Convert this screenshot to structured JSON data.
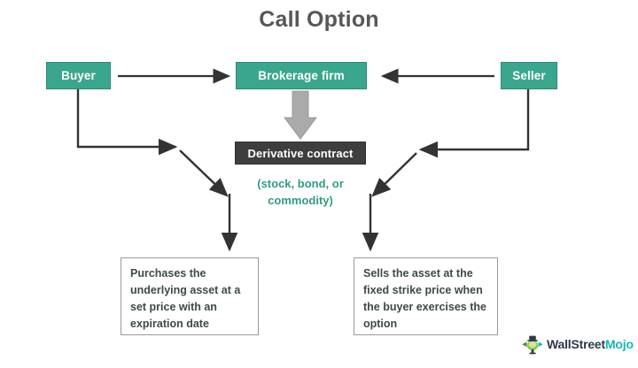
{
  "title": "Call Option",
  "colors": {
    "green": "#3aa68d",
    "dark": "#3e3e3e",
    "green_text": "#2f9c84",
    "title_gray": "#575757",
    "arrow": "#333333",
    "block_arrow_gray": "#a8a8a8",
    "box_border": "#9a9a9a",
    "body_text": "#3d4a4a"
  },
  "nodes": {
    "buyer": "Buyer",
    "brokerage": "Brokerage firm",
    "seller": "Seller",
    "derivative": "Derivative contract"
  },
  "notes": {
    "underlying_line1": "(stock, bond, or",
    "underlying_line2": "commodity)"
  },
  "outcomes": {
    "buyer": "Purchases the underlying asset at a set price with an expiration date",
    "seller": "Sells the asset at the fixed strike price when the buyer exercises the option"
  },
  "connectors": [
    {
      "name": "buyer-to-brokerage",
      "type": "arrow-right"
    },
    {
      "name": "seller-to-brokerage",
      "type": "arrow-left"
    },
    {
      "name": "brokerage-to-derivative",
      "type": "block-arrow-down"
    },
    {
      "name": "buyer-to-outcome",
      "type": "elbow-diagonal-down"
    },
    {
      "name": "seller-to-outcome",
      "type": "elbow-diagonal-down"
    }
  ],
  "logo": {
    "wall": "Wall",
    "street": "Street",
    "mojo": "Mojo"
  }
}
